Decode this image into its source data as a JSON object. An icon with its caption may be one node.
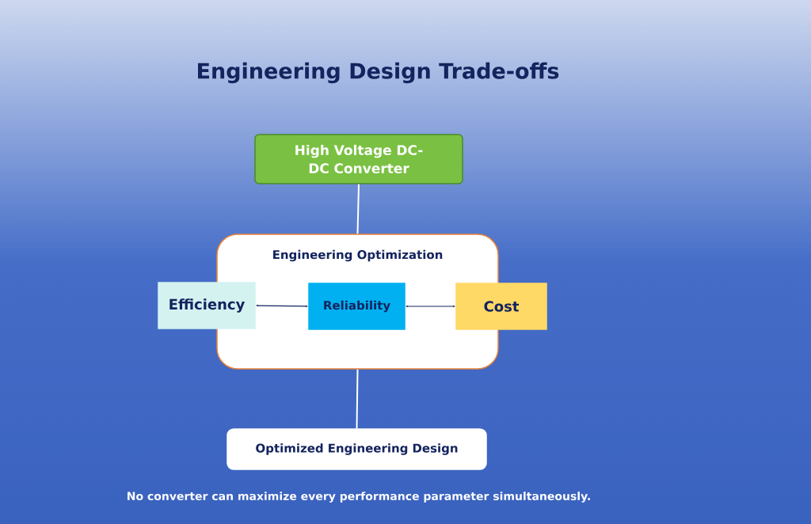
{
  "diagram": {
    "title": "Engineering Design Trade-offs",
    "caption": "No converter can maximize every performance parameter simultaneously.",
    "nodes": [
      {
        "text": [
          "High Voltage DC-DC Converter"
        ]
      },
      {
        "text": [
          "Engineering Optimization"
        ]
      },
      {
        "text": [
          "Efficiency"
        ]
      },
      {
        "text": [
          "Reliability"
        ],
        "in": 1
      },
      {
        "text": [
          "Cost"
        ]
      },
      {
        "text": [
          "Optimized Engineering Design"
        ]
      }
    ],
    "edges": [
      {
        "from": 0,
        "to": 1,
        "arrow": "none"
      },
      {
        "from": 2,
        "to": 3,
        "arrow": "both",
        "color": "#14245e"
      },
      {
        "from": 3,
        "to": 4,
        "arrow": "both",
        "color": "#14245e"
      },
      {
        "from": 1,
        "to": 5,
        "arrow": "none"
      }
    ]
  }
}
